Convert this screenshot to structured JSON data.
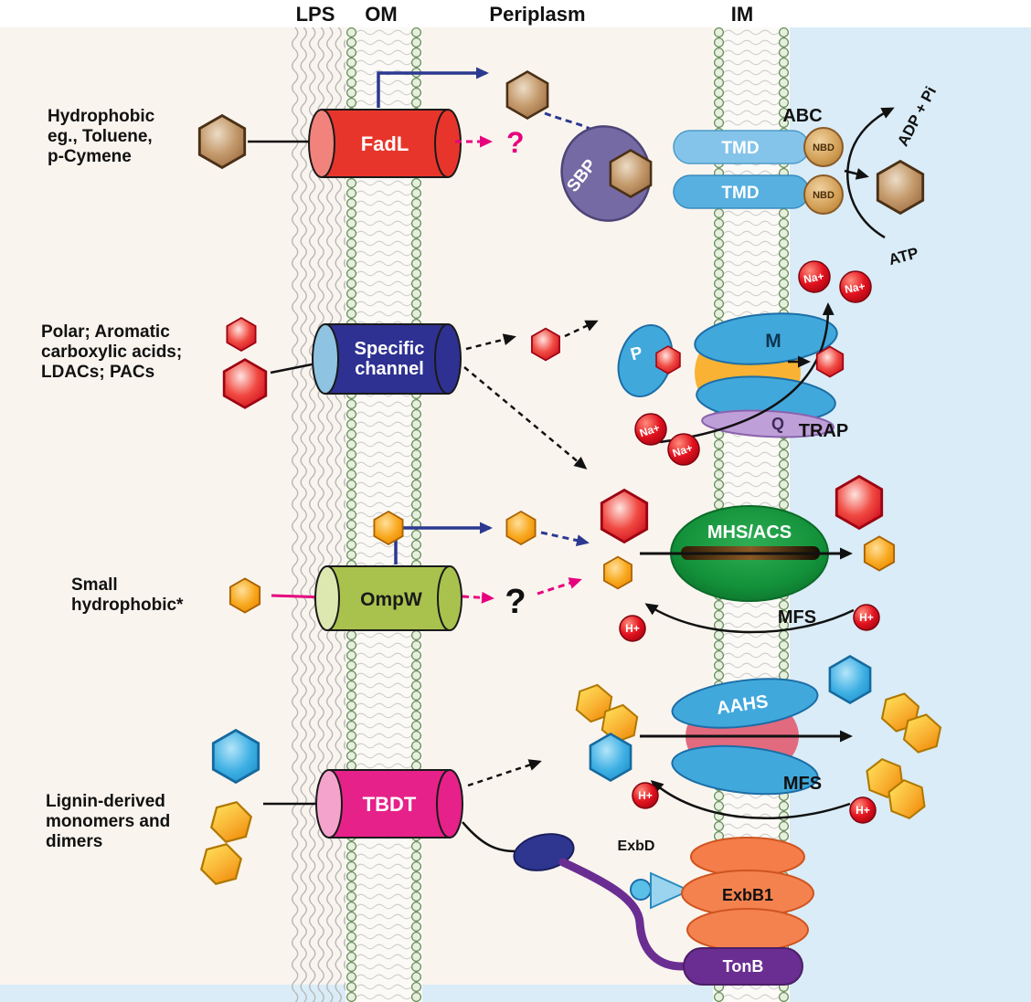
{
  "figure": {
    "header": {
      "lps": "LPS",
      "om": "OM",
      "periplasm": "Periplasm",
      "im": "IM"
    },
    "fadl_row": {
      "substrate_lines": [
        "Hydrophobic",
        "eg., Toluene,",
        "p-Cymene"
      ],
      "channel": "FadL",
      "unknown": "?",
      "sbp": "SBP",
      "abc": "ABC",
      "tmd": "TMD",
      "nbd": "NBD",
      "atp": "ATP",
      "adp_pi": "ADP + Pi"
    },
    "specific_row": {
      "substrate_lines": [
        "Polar; Aromatic",
        "carboxylic acids;",
        "LDACs; PACs"
      ],
      "channel_lines": [
        "Specific",
        "channel"
      ],
      "m": "M",
      "p": "P",
      "q": "Q",
      "trap": "TRAP",
      "na": "Na+"
    },
    "ompw_row": {
      "substrate_lines": [
        "Small",
        "hydrophobic*"
      ],
      "channel": "OmpW",
      "unknown": "?",
      "mhs_acs": "MHS/ACS",
      "mfs": "MFS",
      "h": "H+"
    },
    "tbdt_row": {
      "substrate_lines": [
        "Lignin-derived",
        "monomers and",
        "dimers"
      ],
      "channel": "TBDT",
      "aahs": "AAHS",
      "mfs": "MFS",
      "h": "H+",
      "exbd": "ExbD",
      "exbb1": "ExbB1",
      "tonb": "TonB"
    },
    "colors": {
      "fadl": "#e8352b",
      "specific_channel": "#2e3192",
      "ompw": "#a9c24d",
      "tbdt": "#e6218a",
      "tmd": "#6fb9e6",
      "nbd": "#d9aa6e",
      "sbp": "#756aa4",
      "trap_blue": "#41a8dc",
      "trap_q": "#bf9fd8",
      "trap_glow": "#f9b233",
      "mhs_acs": "#13913a",
      "aahs_core": "#e26a7e",
      "exbb1": "#f47d4a",
      "tonb": "#6a2d91",
      "ion": "#d40619",
      "arrow_blue": "#2b3990",
      "arrow_magenta": "#e6007e",
      "periplasm_bg": "#faf4ee",
      "cytoplasm_bg": "#d9ecf7"
    }
  }
}
